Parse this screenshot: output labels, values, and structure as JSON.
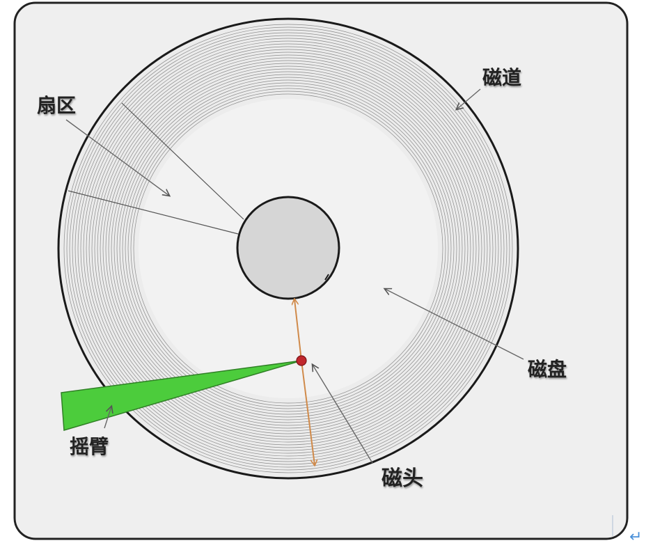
{
  "labels": {
    "track": "磁道",
    "sector": "扇区",
    "platter": "磁盘",
    "head": "磁头",
    "arm": "摇臂"
  },
  "corner_mark": "↵",
  "colors": {
    "frame_background": "#efefef",
    "frame_border": "#222222",
    "platter_fill": "#ececec",
    "track_ring_stroke": "#8a8a8a",
    "inner_zone_fill": "#f2f2f2",
    "spindle_fill": "#d6d6d6",
    "arm_fill": "#4ccc3c",
    "arm_stroke": "#2f7f25",
    "head_fill": "#c0272d",
    "head_path": "#d08a4a",
    "corner_mark": "#4a90d9"
  }
}
